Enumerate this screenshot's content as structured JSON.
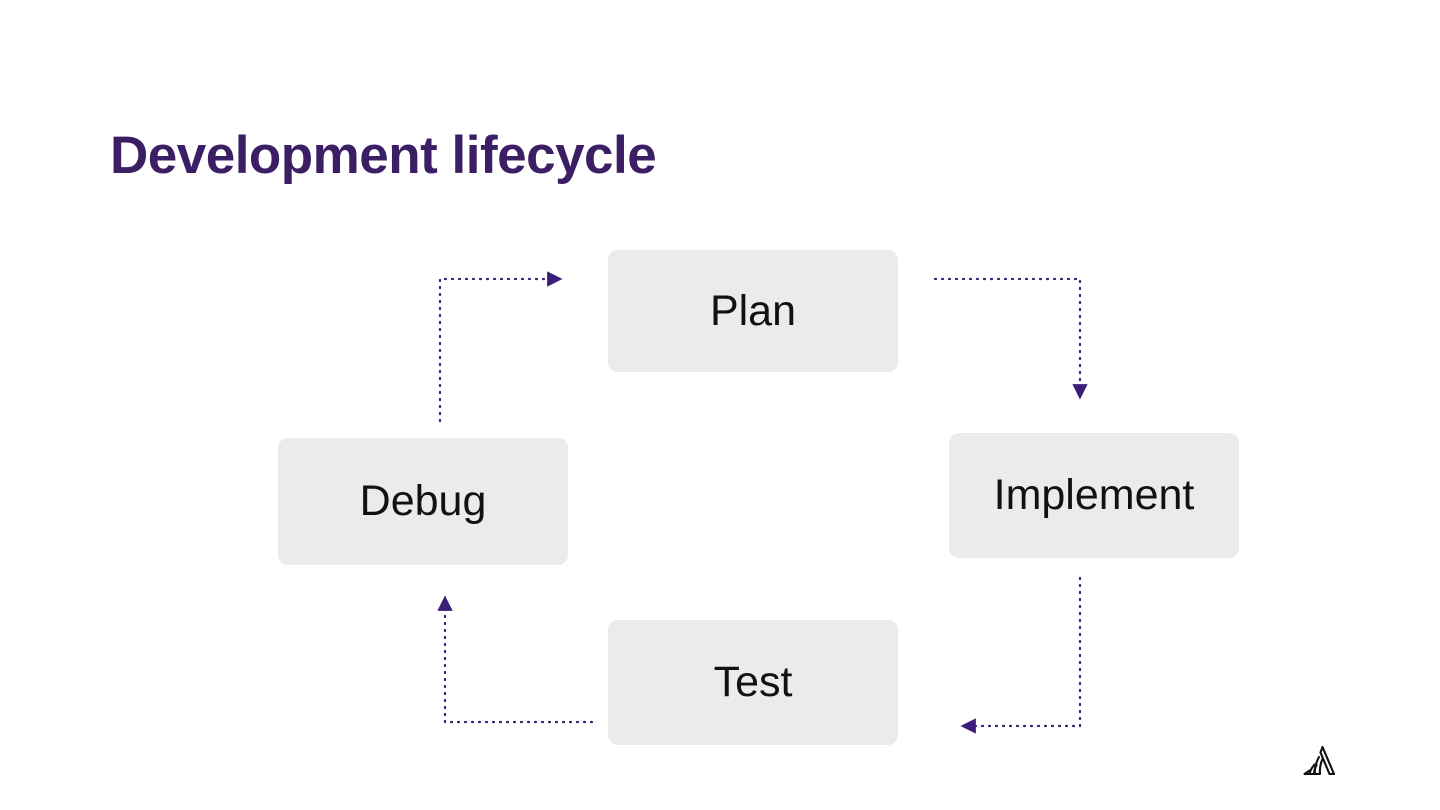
{
  "slide": {
    "title": "Development lifecycle",
    "background_color": "#ffffff",
    "title_color": "#3b1e64"
  },
  "diagram": {
    "type": "cycle-flowchart",
    "direction": "clockwise",
    "node_fill_color": "#ebebeb",
    "node_text_color": "#111111",
    "connector_color": "#3b1e78",
    "connector_style": "dotted",
    "nodes": [
      {
        "id": "plan",
        "label": "Plan",
        "position": "top"
      },
      {
        "id": "implement",
        "label": "Implement",
        "position": "right"
      },
      {
        "id": "test",
        "label": "Test",
        "position": "bottom"
      },
      {
        "id": "debug",
        "label": "Debug",
        "position": "left"
      }
    ],
    "edges": [
      {
        "from": "plan",
        "to": "implement",
        "shape": "right-then-down"
      },
      {
        "from": "implement",
        "to": "test",
        "shape": "down-then-left"
      },
      {
        "from": "test",
        "to": "debug",
        "shape": "left-then-up"
      },
      {
        "from": "debug",
        "to": "plan",
        "shape": "up-then-right"
      }
    ]
  },
  "branding": {
    "logo_name": "triangle-signal-logo",
    "logo_color": "#111111"
  }
}
